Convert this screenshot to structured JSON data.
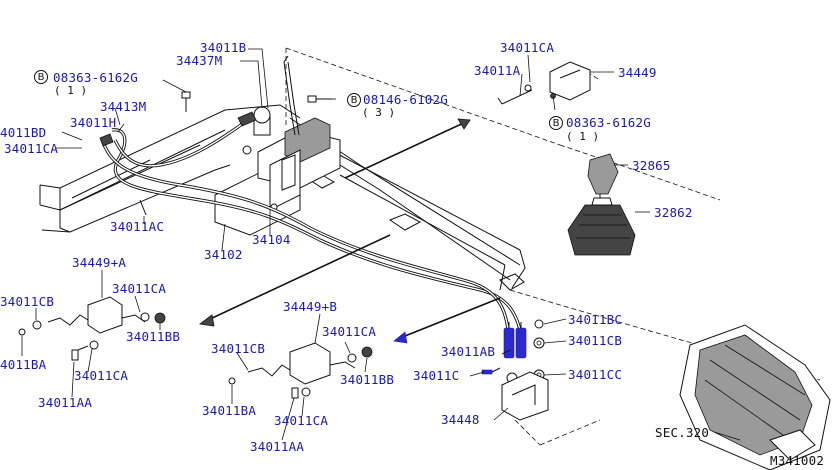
{
  "diagram": {
    "code": "M341002",
    "labels": {
      "p34011B": "34011B",
      "p34437M": "34437M",
      "p08363_top": "08363-6162G",
      "p08363_top_qty": "( 1 )",
      "p34413M": "34413M",
      "p4011BD": "4011BD",
      "p34011H": "34011H",
      "p34011CA_left": "34011CA",
      "p08146": "08146-6102G",
      "p08146_qty": "( 3 )",
      "p34011CA_top": "34011CA",
      "p34011A": "34011A",
      "p34449": "34449",
      "p08363_right": "08363-6162G",
      "p08363_right_qty": "( 1 )",
      "p32865": "32865",
      "p32862": "32862",
      "p34011AC": "34011AC",
      "p34102": "34102",
      "p34104": "34104",
      "p34449A": "34449+A",
      "p34011CB_a": "34011CB",
      "p34011CA_a": "34011CA",
      "p34011BB_a": "34011BB",
      "p4011BA": "4011BA",
      "p34011CA_a2": "34011CA",
      "p34011AA_a": "34011AA",
      "p34449B": "34449+B",
      "p34011CB_b": "34011CB",
      "p34011CA_b": "34011CA",
      "p34011BB_b": "34011BB",
      "p34011BA_b": "34011BA",
      "p34011CA_b2": "34011CA",
      "p34011AA_b": "34011AA",
      "p34011AB": "34011AB",
      "p34011C": "34011C",
      "p34448": "34448",
      "p34011BC": "34011BC",
      "p34011CB_r": "34011CB",
      "p34011CC": "34011CC",
      "sec320": "SEC.320"
    },
    "bolt_symbol": "B"
  }
}
